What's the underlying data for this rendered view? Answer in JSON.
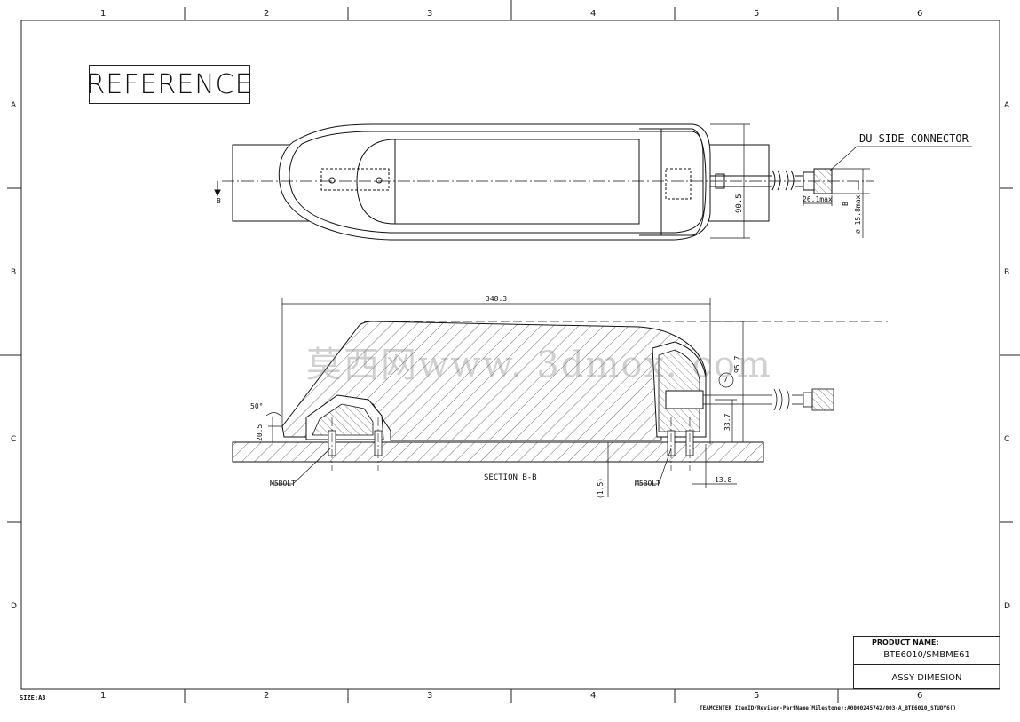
{
  "zones": {
    "columns": [
      "1",
      "2",
      "3",
      "4",
      "5",
      "6"
    ],
    "rows": [
      "A",
      "B",
      "C",
      "D"
    ]
  },
  "reference_label": "REFERENCE",
  "top_view": {
    "section_marker": "B",
    "connector_label": "DU SIDE CONNECTOR",
    "dim_height": "90.5",
    "dim_connector_length": "26.1max",
    "dim_connector_marker": "B",
    "dim_connector_dia": "⌀ 15.8max"
  },
  "section_view": {
    "dim_length": "348.3",
    "dim_angle": "50°",
    "dim_left_height": "20.5",
    "dim_height": "95.7",
    "dim_connector": "7",
    "dim_connector_height": "33.7",
    "dim_offset": "13.8",
    "dim_gap": "(1.5)",
    "bolt_left": "M5BOLT",
    "bolt_right": "M5BOLT",
    "section_label": "SECTION B-B"
  },
  "watermark": "莫西网www. 3dmox. com",
  "title_block": {
    "product_label": "PRODUCT NAME:",
    "product_name": "BTE6010/SMBME61",
    "drawing_title": "ASSY DIMESION"
  },
  "size_label": "SIZE:A3",
  "footer_path": "TEAMCENTER ItemID/Revison-PartName(Milestone):A0000245742/003-A_BTE6010_STUDY6()"
}
